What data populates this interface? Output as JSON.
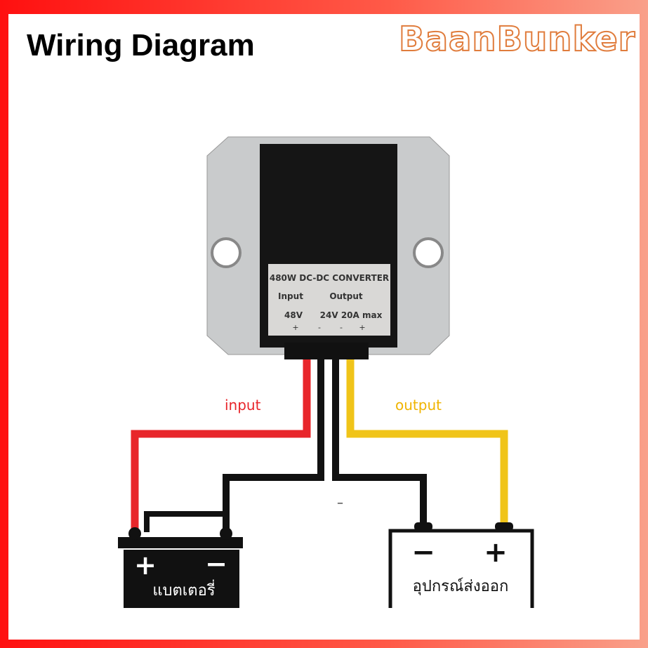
{
  "title": "Wiring Diagram",
  "brand": "BaanBunker",
  "converter": {
    "line1": "480W DC-DC CONVERTER",
    "input_label": "Input",
    "output_label": "Output",
    "input_value": "48V",
    "output_value": "24V 20A max",
    "pins": [
      "+",
      "-",
      "-",
      "+"
    ]
  },
  "wires": {
    "input_label": "input",
    "output_label": "output",
    "ground_label": "–"
  },
  "battery": {
    "plus": "+",
    "minus": "−",
    "label": "แบตเตอรี่"
  },
  "device": {
    "minus": "−",
    "plus": "+",
    "label": "อุปกรณ์ส่งออก"
  },
  "colors": {
    "input": "#e8262b",
    "output": "#f0c419",
    "ground": "#111111"
  }
}
